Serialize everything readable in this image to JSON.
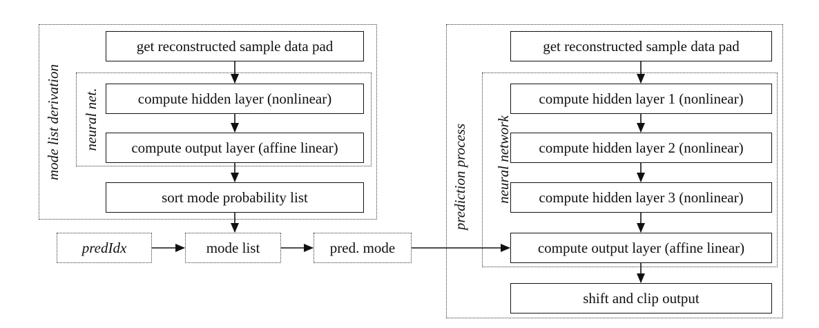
{
  "left_panel": {
    "group_label": "mode list derivation",
    "nn_label": "neural net.",
    "step_get": "get reconstructed sample data pad",
    "step_hidden": "compute hidden layer (nonlinear)",
    "step_output": "compute output layer (affine linear)",
    "step_sort": "sort mode probability list"
  },
  "bottom_row": {
    "pred_idx": "predIdx",
    "mode_list": "mode list",
    "pred_mode": "pred. mode"
  },
  "right_panel": {
    "group_label": "prediction process",
    "nn_label": "neural network",
    "step_get": "get reconstructed sample data pad",
    "step_hidden1": "compute hidden layer 1 (nonlinear)",
    "step_hidden2": "compute hidden layer 2 (nonlinear)",
    "step_hidden3": "compute hidden layer 3 (nonlinear)",
    "step_output": "compute output layer (affine linear)",
    "step_shift": "shift and clip output"
  }
}
